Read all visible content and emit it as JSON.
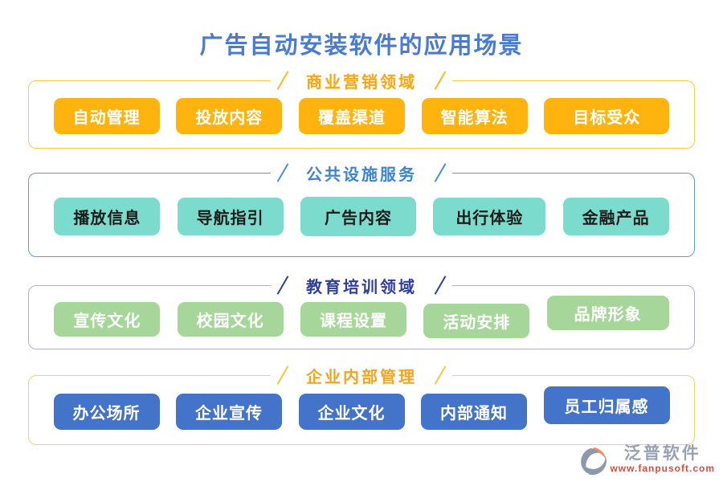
{
  "page": {
    "title": "广告自动安装软件的应用场景"
  },
  "sections": [
    {
      "title": "商业营销领域",
      "items": [
        "自动管理",
        "投放内容",
        "覆盖渠道",
        "智能算法",
        "目标受众"
      ]
    },
    {
      "title": "公共设施服务",
      "items": [
        "播放信息",
        "导航指引",
        "广告内容",
        "出行体验",
        "金融产品"
      ]
    },
    {
      "title": "教育培训领域",
      "items": [
        "宣传文化",
        "校园文化",
        "课程设置",
        "活动安排",
        "品牌形象"
      ]
    },
    {
      "title": "企业内部管理",
      "items": [
        "办公场所",
        "企业宣传",
        "企业文化",
        "内部通知",
        "员工归属感"
      ]
    }
  ],
  "footer": {
    "brand": "泛普软件",
    "url": "www.fanpusoft.com"
  },
  "icons": {
    "slash": "/",
    "logo": "fanpu-swoosh-circle"
  },
  "colors": {
    "title-color": "#4a7bd3",
    "s1-header": "#ffa40e",
    "s1-line": "#ffb81c",
    "s1-border": "#ffc848",
    "s1-chip-bg": "#ffb30f",
    "s1-chip-text": "#ffffff",
    "s2-header": "#3c85d2",
    "s2-line": "#4a90d9",
    "s2-border": "#5b9bd5",
    "s2-chip-bg": "#7bdccd",
    "s2-chip-text": "#1c1c1c",
    "s3-header": "#2f3f9d",
    "s3-line": "#2f3f9d",
    "s3-border": "#a9aed9",
    "s3-chip-bg": "#a7d69b",
    "s3-chip-text": "#ffffff",
    "s4-header": "#f7a41d",
    "s4-line": "#f8c53d",
    "s4-border": "#f8d169",
    "s4-chip-bg": "#4474c9",
    "s4-chip-text": "#ffffff",
    "brand-gray": "#98a2b3",
    "url-red": "#e2483c",
    "icon-gray": "#8c99ad",
    "icon-orange": "#ef8d5e"
  }
}
